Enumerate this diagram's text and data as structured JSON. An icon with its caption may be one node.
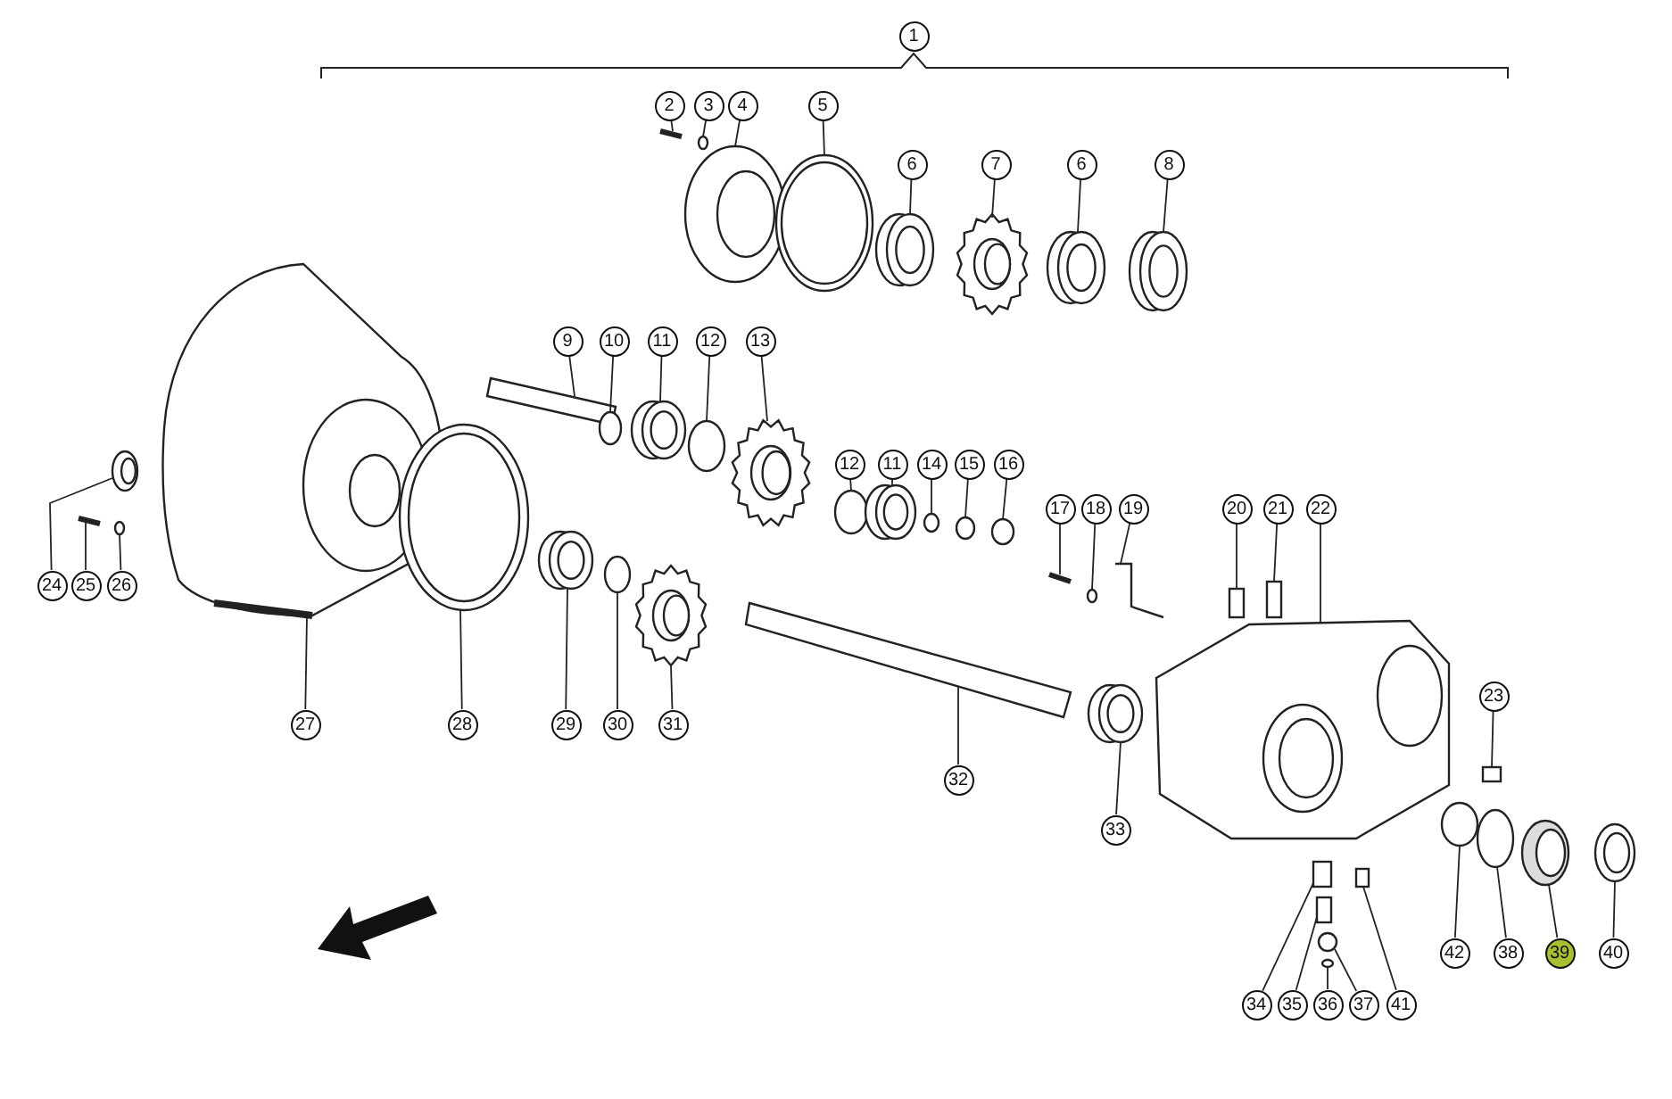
{
  "diagram": {
    "nodes": [
      {
        "text": [
          "1"
        ]
      },
      {
        "text": [
          "2"
        ]
      },
      {
        "text": [
          "3"
        ]
      },
      {
        "text": [
          "4"
        ]
      },
      {
        "text": [
          "5"
        ]
      },
      {
        "text": [
          "6"
        ]
      },
      {
        "text": [
          "7"
        ]
      },
      {
        "text": [
          "6"
        ]
      },
      {
        "text": [
          "8"
        ]
      },
      {
        "text": [
          "9"
        ]
      },
      {
        "text": [
          "10"
        ]
      },
      {
        "text": [
          "11"
        ]
      },
      {
        "text": [
          "12"
        ]
      },
      {
        "text": [
          "13"
        ]
      },
      {
        "text": [
          "12"
        ]
      },
      {
        "text": [
          "11"
        ]
      },
      {
        "text": [
          "14"
        ]
      },
      {
        "text": [
          "15"
        ]
      },
      {
        "text": [
          "16"
        ]
      },
      {
        "text": [
          "17"
        ]
      },
      {
        "text": [
          "18"
        ]
      },
      {
        "text": [
          "19"
        ]
      },
      {
        "text": [
          "20"
        ]
      },
      {
        "text": [
          "21"
        ]
      },
      {
        "text": [
          "22"
        ]
      },
      {
        "text": [
          "24"
        ]
      },
      {
        "text": [
          "25"
        ]
      },
      {
        "text": [
          "26"
        ]
      },
      {
        "text": [
          "23"
        ]
      },
      {
        "text": [
          "27"
        ]
      },
      {
        "text": [
          "28"
        ]
      },
      {
        "text": [
          "29"
        ]
      },
      {
        "text": [
          "30"
        ]
      },
      {
        "text": [
          "31"
        ]
      },
      {
        "text": [
          "32"
        ]
      },
      {
        "text": [
          "33"
        ]
      },
      {
        "text": [
          "42"
        ]
      },
      {
        "text": [
          "38"
        ]
      },
      {
        "text": [
          "39"
        ]
      },
      {
        "text": [
          "40"
        ]
      },
      {
        "text": [
          "34"
        ]
      },
      {
        "text": [
          "35"
        ]
      },
      {
        "text": [
          "36"
        ]
      },
      {
        "text": [
          "37"
        ]
      },
      {
        "text": [
          "41"
        ]
      },
      {
        "text": [],
        "shape": "picture"
      },
      {
        "text": [],
        "shape": "circle"
      },
      {
        "text": [],
        "shape": "picture"
      },
      {
        "text": [],
        "shape": "picture"
      },
      {
        "text": [],
        "shape": "picture"
      },
      {
        "text": [],
        "shape": "picture"
      },
      {
        "text": [],
        "shape": "picture"
      },
      {
        "text": [],
        "shape": "picture"
      },
      {
        "text": [],
        "shape": "bar"
      },
      {
        "text": [],
        "shape": "circle"
      },
      {
        "text": [],
        "shape": "picture"
      },
      {
        "text": [],
        "shape": "circle"
      },
      {
        "text": [],
        "shape": "picture"
      },
      {
        "text": [],
        "shape": "circle"
      },
      {
        "text": [],
        "shape": "picture"
      },
      {
        "text": [],
        "shape": "circle"
      },
      {
        "text": [],
        "shape": "circle"
      },
      {
        "text": [],
        "shape": "circle"
      },
      {
        "text": [],
        "shape": "picture"
      },
      {
        "text": [],
        "shape": "circle"
      },
      {
        "text": [],
        "shape": "picture"
      },
      {
        "text": [],
        "shape": "box"
      },
      {
        "text": [],
        "shape": "box"
      },
      {
        "text": [],
        "shape": "picture"
      },
      {
        "text": [],
        "shape": "picture"
      },
      {
        "text": [],
        "shape": "picture"
      },
      {
        "text": [],
        "shape": "circle"
      },
      {
        "text": [],
        "shape": "box"
      },
      {
        "text": [],
        "shape": "picture"
      },
      {
        "text": [],
        "shape": "picture"
      },
      {
        "text": [],
        "shape": "picture"
      },
      {
        "text": [],
        "shape": "picture"
      },
      {
        "text": [],
        "shape": "picture"
      },
      {
        "text": [],
        "shape": "picture"
      },
      {
        "text": [],
        "shape": "picture"
      },
      {
        "text": [],
        "shape": "circle"
      },
      {
        "text": [],
        "shape": "circle"
      },
      {
        "text": [],
        "shape": "picture"
      },
      {
        "text": [],
        "shape": "picture"
      },
      {
        "text": [],
        "shape": "box"
      },
      {
        "text": [],
        "shape": "box"
      },
      {
        "text": [],
        "shape": "circle"
      },
      {
        "text": [],
        "shape": "circle"
      },
      {
        "text": [],
        "shape": "box"
      }
    ],
    "edges": [
      {
        "from": 1,
        "to": 45,
        "arrow": "none"
      },
      {
        "from": 2,
        "to": 46,
        "arrow": "none"
      },
      {
        "from": 3,
        "to": 47,
        "arrow": "none"
      },
      {
        "from": 4,
        "to": 48,
        "arrow": "none"
      },
      {
        "from": 5,
        "to": 49,
        "arrow": "none"
      },
      {
        "from": 6,
        "to": 50,
        "arrow": "none"
      },
      {
        "from": 7,
        "to": 51,
        "arrow": "none"
      },
      {
        "from": 8,
        "to": 52,
        "arrow": "none"
      },
      {
        "from": 9,
        "to": 53,
        "arrow": "none"
      },
      {
        "from": 10,
        "to": 54,
        "arrow": "none"
      },
      {
        "from": 11,
        "to": 55,
        "arrow": "none"
      },
      {
        "from": 12,
        "to": 56,
        "arrow": "none"
      },
      {
        "from": 13,
        "to": 57,
        "arrow": "none"
      },
      {
        "from": 14,
        "to": 58,
        "arrow": "none"
      },
      {
        "from": 15,
        "to": 59,
        "arrow": "none"
      },
      {
        "from": 16,
        "to": 60,
        "arrow": "none"
      },
      {
        "from": 17,
        "to": 61,
        "arrow": "none"
      },
      {
        "from": 18,
        "to": 62,
        "arrow": "none"
      },
      {
        "from": 19,
        "to": 63,
        "arrow": "none"
      },
      {
        "from": 20,
        "to": 64,
        "arrow": "none"
      },
      {
        "from": 21,
        "to": 65,
        "arrow": "none"
      },
      {
        "from": 22,
        "to": 66,
        "arrow": "none"
      },
      {
        "from": 23,
        "to": 67,
        "arrow": "none"
      },
      {
        "from": 24,
        "to": 68,
        "arrow": "none"
      },
      {
        "from": 25,
        "to": 69,
        "arrow": "none"
      },
      {
        "from": 26,
        "to": 70,
        "arrow": "none"
      },
      {
        "from": 27,
        "to": 71,
        "arrow": "none"
      },
      {
        "from": 28,
        "to": 72,
        "arrow": "none"
      },
      {
        "from": 29,
        "to": 73,
        "arrow": "none"
      },
      {
        "from": 30,
        "to": 74,
        "arrow": "none"
      },
      {
        "from": 31,
        "to": 75,
        "arrow": "none"
      },
      {
        "from": 32,
        "to": 76,
        "arrow": "none"
      },
      {
        "from": 33,
        "to": 77,
        "arrow": "none"
      },
      {
        "from": 34,
        "to": 78,
        "arrow": "none"
      },
      {
        "from": 35,
        "to": 79,
        "arrow": "none"
      },
      {
        "from": 36,
        "to": 80,
        "arrow": "none"
      },
      {
        "from": 37,
        "to": 81,
        "arrow": "none"
      },
      {
        "from": 38,
        "to": 82,
        "arrow": "none"
      },
      {
        "from": 39,
        "to": 83,
        "arrow": "none"
      },
      {
        "from": 40,
        "to": 84,
        "arrow": "none"
      },
      {
        "from": 41,
        "to": 85,
        "arrow": "none"
      },
      {
        "from": 42,
        "to": 86,
        "arrow": "none"
      },
      {
        "from": 43,
        "to": 87,
        "arrow": "none"
      },
      {
        "from": 44,
        "to": 88,
        "arrow": "none"
      }
    ]
  }
}
